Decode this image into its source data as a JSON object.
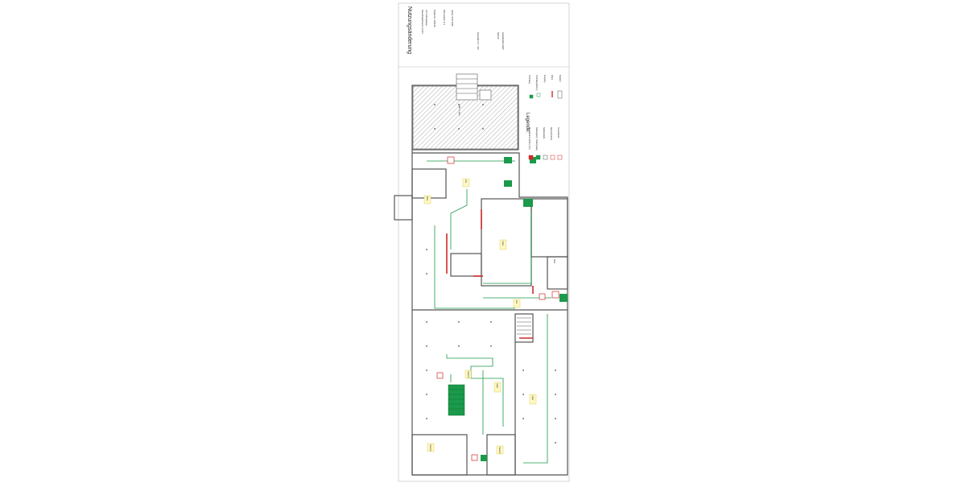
{
  "title_block": {
    "heading": "Nutzungsänderung",
    "lines": [
      "Bauantragsänderung Flucht-",
      "und Rettungswege",
      "Projekt-Nr.: 2015-06",
      "Plannummer: W 1",
      "Datum: 02.07.2015",
      "Massstab: M 1 : 100",
      "Bauherr:",
      "Gewerbepark GmbH"
    ]
  },
  "legend": {
    "heading": "Legende:",
    "items": [
      {
        "label": "Feuerlöscher (Wand) (FK)",
        "color": "#d22a2a"
      },
      {
        "label": "Notausgang / Rettungsweg",
        "color": "#1a9a4a"
      },
      {
        "label": "Sammelstelle",
        "color": "#ffffff"
      },
      {
        "label": "Brandschutztür",
        "color": "#d22a2a"
      },
      {
        "label": "Feuermelder",
        "color": "#d22a2a"
      }
    ],
    "right_items": [
      {
        "label": "Fluchtweg",
        "color": "#1a9a4a"
      },
      {
        "label": "Fluchtwegrichtung",
        "color": "#1a9a4a"
      },
      {
        "label": "Ausgang",
        "color": "#1a9a4a"
      },
      {
        "label": "Wand",
        "color": "#d22a2a"
      },
      {
        "label": "Bestand",
        "color": "#ffffff"
      }
    ]
  },
  "rooms": {
    "storage_top": "Halle / Lager",
    "lager_1": "Lager",
    "lager_2": "Lager",
    "lager_3": "Lager",
    "flur_1": "Flur",
    "flur_2": "Flur",
    "buero_1": "Büro",
    "buero_2": "Büro",
    "raum_1": "Raum 1",
    "raum_2": "Raum 2",
    "raum_3": "Raum 3"
  },
  "colors": {
    "wall": "#555555",
    "escape_route": "#1a9a4a",
    "fire_red": "#d22a2a",
    "hatch": "#888888"
  }
}
